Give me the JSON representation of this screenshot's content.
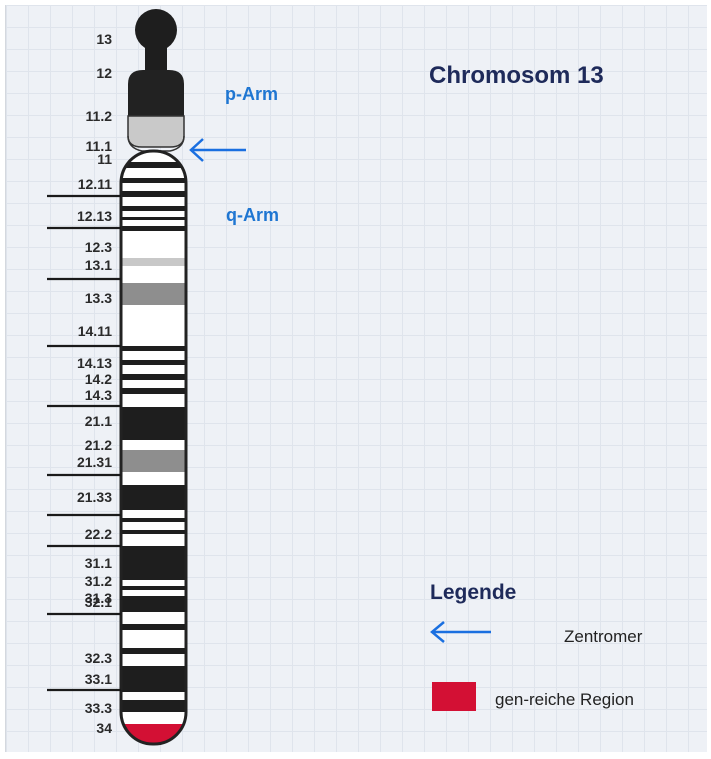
{
  "title": "Chromosom 13",
  "arms": {
    "p": "p-Arm",
    "q": "q-Arm"
  },
  "band_labels": [
    "13",
    "12",
    "11.2",
    "11.1",
    "11",
    "12.11",
    "12.13",
    "12.3",
    "13.1",
    "13.3",
    "14.11",
    "14.13",
    "14.2",
    "14.3",
    "21.1",
    "21.2",
    "21.31",
    "21.33",
    "22.2",
    "31.1",
    "31.2",
    "31.3",
    "32.1",
    "32.3",
    "33.1",
    "33.3",
    "34"
  ],
  "legend": {
    "title": "Legende",
    "items": [
      {
        "icon": "blue-arrow-icon",
        "label": "Zentromer"
      },
      {
        "icon": "red-swatch",
        "label": "gen-reiche Region"
      }
    ]
  },
  "colors": {
    "title": "#1e2a5a",
    "arm_label": "#1f76d2",
    "arrow": "#1a6fe0",
    "gene_rich": "#d31034",
    "band_dark": "#1e1e1e",
    "band_gray": "#8e8e8e",
    "band_light": "#c8c8c8"
  }
}
